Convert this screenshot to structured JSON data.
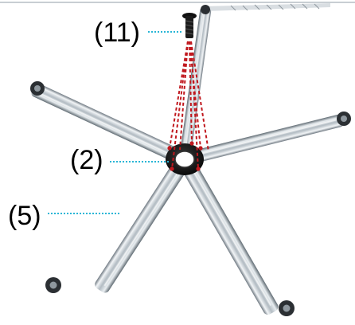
{
  "labels": {
    "part_11": "(11)",
    "part_2": "(2)",
    "part_5": "(5)"
  },
  "colors": {
    "leader_line": "#29b6d6",
    "red_guides": "#c0181e",
    "metal_light": "#e9eef1",
    "metal_mid": "#b3bcc3",
    "metal_dark": "#5f6a72",
    "hub": "#101010"
  },
  "icons": {
    "screw": "screw-icon",
    "hub": "center-hub",
    "base": "five-star-base"
  }
}
